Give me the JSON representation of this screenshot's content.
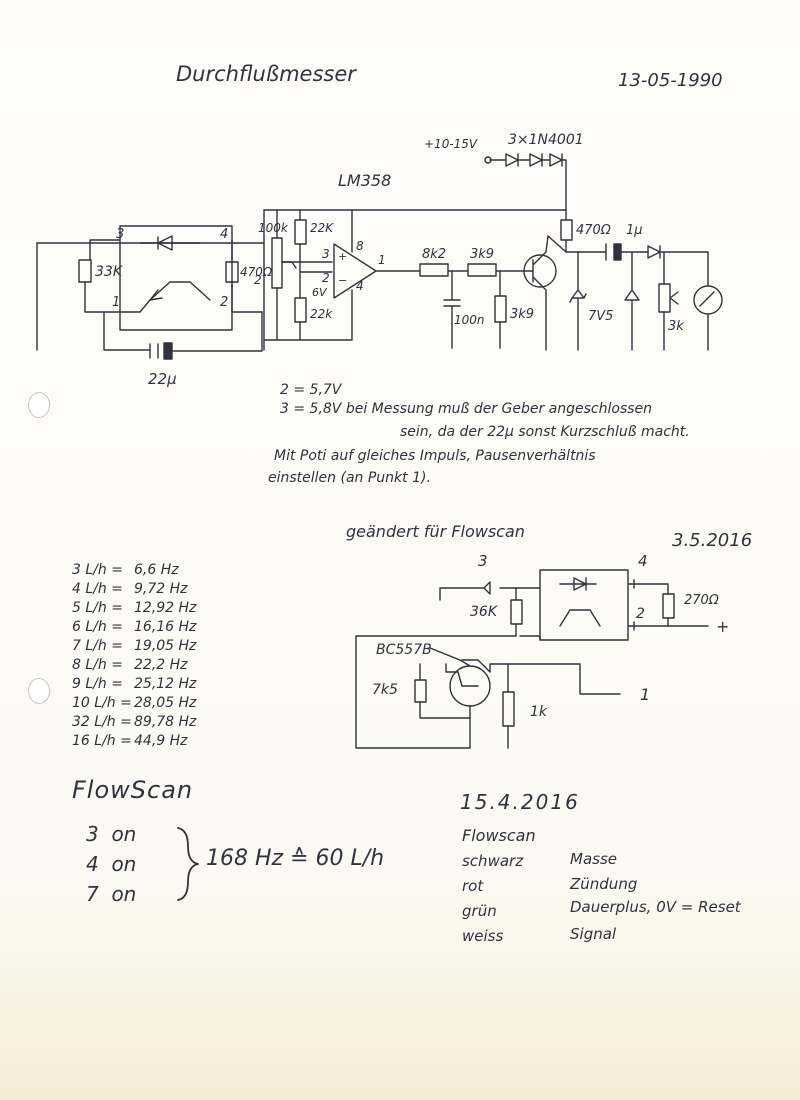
{
  "header": {
    "title": "Durchflußmesser",
    "date": "13-05-1990"
  },
  "circuit1": {
    "ic": "LM358",
    "supply": "+10-15V",
    "diodes": "3×1N4001",
    "labels": {
      "pin3": "3",
      "pin4": "4",
      "pin1": "1",
      "pin2": "2",
      "r33k": "33K",
      "r470a": "470Ω",
      "r100k": "100k",
      "r22k_top": "22K",
      "r22k_bot": "22k",
      "v6": "6V",
      "op_in3": "3",
      "op_in2": "2",
      "op_pin8": "8",
      "op_pin4": "4",
      "op_pin1": "1",
      "plus": "+",
      "minus": "−",
      "r8k2": "8k2",
      "r3k9a": "3k9",
      "r3k9b": "3k9",
      "c100n": "100n",
      "r470b": "470Ω",
      "c1u": "1μ",
      "z7v5": "7V5",
      "p3k": "3k",
      "c22u": "22μ",
      "side2": "2"
    }
  },
  "notes": {
    "line1": "2 = 5,7V",
    "line2": "3 = 5,8V  bei Messung muß der Geber angeschlossen",
    "line3": "sein, da der 22μ sonst Kurzschluß macht.",
    "line4": "Mit Poti auf gleiches Impuls, Pausenverhältnis",
    "line5": "einstellen (an Punkt 1)."
  },
  "circuit2": {
    "title": "geändert für Flowscan",
    "date": "3.5.2016",
    "labels": {
      "pin3": "3",
      "pin4": "4",
      "pin2": "2",
      "r36k": "36K",
      "r270": "270Ω",
      "plus": "+",
      "transistor": "BC557B",
      "r7k5": "7k5",
      "r1k": "1k",
      "pin1": "1"
    }
  },
  "table": [
    {
      "flow": "3 L/h =",
      "freq": "6,6 Hz"
    },
    {
      "flow": "4 L/h =",
      "freq": "9,72 Hz"
    },
    {
      "flow": "5 L/h =",
      "freq": "12,92 Hz"
    },
    {
      "flow": "6 L/h =",
      "freq": "16,16 Hz"
    },
    {
      "flow": "7 L/h =",
      "freq": "19,05 Hz"
    },
    {
      "flow": "8 L/h =",
      "freq": "22,2 Hz"
    },
    {
      "flow": "9 L/h =",
      "freq": "25,12 Hz"
    },
    {
      "flow": "10 L/h =",
      "freq": "28,05 Hz"
    },
    {
      "flow": "32 L/h =",
      "freq": "89,78 Hz"
    },
    {
      "flow": "16 L/h =",
      "freq": "44,9 Hz"
    }
  ],
  "flowscan": {
    "heading": "FlowScan",
    "switches": [
      "3  on",
      "4  on",
      "7  on"
    ],
    "result": "168 Hz ≙ 60 L/h"
  },
  "wiring": {
    "date": "15.4.2016",
    "title": "Flowscan",
    "rows": [
      {
        "color": "schwarz",
        "function": "Masse"
      },
      {
        "color": "rot",
        "function": "Zündung"
      },
      {
        "color": "grün",
        "function": "Dauerplus, 0V = Reset"
      },
      {
        "color": "weiss",
        "function": "Signal"
      }
    ]
  }
}
